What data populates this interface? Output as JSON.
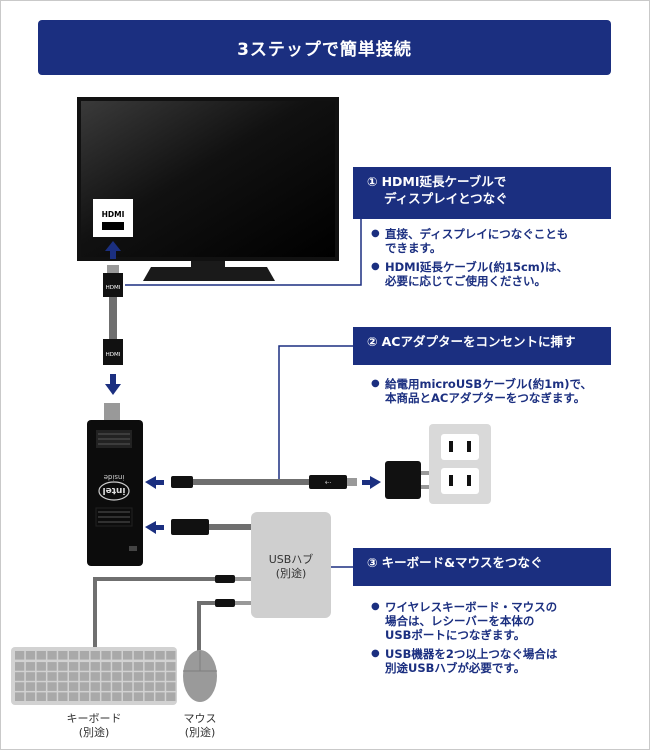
{
  "title": "3ステップで簡単接続",
  "colors": {
    "accent": "#1b2f80",
    "cable": "#6f6f6f",
    "box": "#cfcfcf"
  },
  "tv": {
    "port_label": "HDMI"
  },
  "cable_labels": [
    "HDMI",
    "HDMI"
  ],
  "stick": {
    "brand_text": "intel",
    "sub_text": "inside"
  },
  "steps": [
    {
      "number": "①",
      "title_lines": [
        "HDMI延長ケーブルで",
        "ディスプレイとつなぐ"
      ],
      "bullets": [
        [
          "直接、ディスプレイにつなぐことも",
          "できます。"
        ],
        [
          "HDMI延長ケーブル(約15cm)は、",
          "必要に応じてご使用ください。"
        ]
      ]
    },
    {
      "number": "②",
      "title_lines": [
        "ACアダプターをコンセントに挿す"
      ],
      "bullets": [
        [
          "給電用microUSBケーブル(約1m)で、",
          "本商品とACアダプターをつなぎます。"
        ]
      ]
    },
    {
      "number": "③",
      "title_lines": [
        "キーボード&マウスをつなぐ"
      ],
      "bullets": [
        [
          "ワイヤレスキーボード・マウスの",
          "場合は、レシーバーを本体の",
          "USBポートにつなぎます。"
        ],
        [
          "USB機器を2つ以上つなぐ場合は",
          "別途USBハブが必要です。"
        ]
      ]
    }
  ],
  "usb_hub": {
    "line1": "USBハブ",
    "line2": "(別途)"
  },
  "keyboard": {
    "line1": "キーボード",
    "line2": "(別途)"
  },
  "mouse": {
    "line1": "マウス",
    "line2": "(別途)"
  }
}
